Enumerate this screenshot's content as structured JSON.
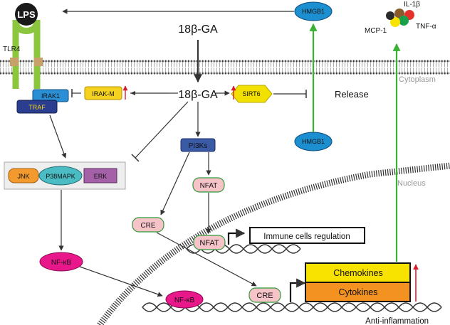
{
  "molecules": {
    "lps": "LPS",
    "tlr4": "TLR4",
    "ga_top": "18β-GA",
    "ga_mid": "18β-GA",
    "hmgb1_top": "HMGB1",
    "hmgb1_mid": "HMGB1",
    "irak1": "IRAK1",
    "traf": "TRAF",
    "irakm": "IRAK-M",
    "sirt6": "SIRT6",
    "release": "Release",
    "pi3ks": "PI3Ks",
    "jnk": "JNK",
    "p38mapk": "P38MAPK",
    "erk": "ERK",
    "nfat_top": "NFAT",
    "nfat_dna": "NFAT",
    "cre_left": "CRE",
    "cre_dna": "CRE",
    "nfkb": "NF-κB",
    "nfkb_dna": "NF-κB"
  },
  "cytokine_cluster": {
    "il1b": "IL-1β",
    "tnfa": "TNF-α",
    "mcp1": "MCP-1"
  },
  "compartments": {
    "cytoplasm": "Cytoplasm",
    "nucleus": "Nucleus"
  },
  "outcomes": {
    "immune_regulation": "Immune cells regulation",
    "chemokines": "Chemokines",
    "cytokines": "Cytokines",
    "anti_inflammation": "Anti-inflammation"
  },
  "colors": {
    "green_arrow": "#3cb034",
    "membrane": "#6e6e6e",
    "lps_ball": "#1a1a1a",
    "tlr4": "#8cc63f",
    "irak1": "#2b8fd6",
    "traf": "#2a3d8f",
    "irakm": "#f4d21f",
    "sirt6": "#f2e000",
    "hmgb1": "#1b8fd0",
    "pi3ks": "#3a5aa6",
    "nfat_cre": "#f6c4c8",
    "nfkb": "#e8178a",
    "jnk": "#f29a2e",
    "p38": "#4cbcc4",
    "erk": "#a461a8",
    "chemokines": "#f7e200",
    "cytokines": "#f39121",
    "up_arrow": "#d81e2c"
  }
}
